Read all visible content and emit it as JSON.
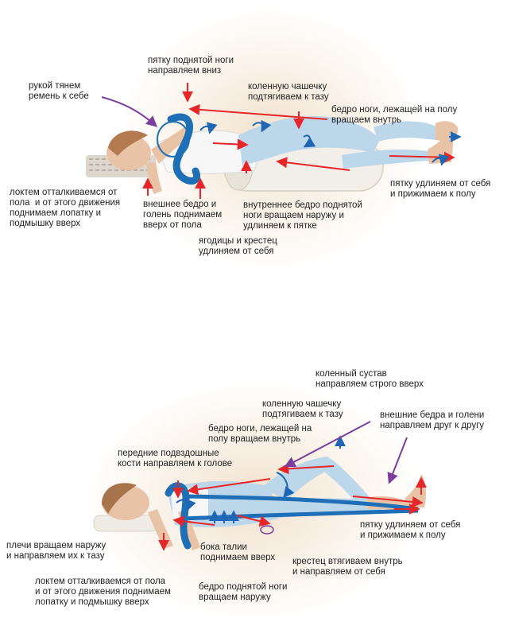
{
  "colors": {
    "arrow_red": "#e5262a",
    "arrow_blue": "#1f66b4",
    "arrow_purple": "#7a3d9c",
    "strap": "#1e6fb5",
    "leggings": "#bcd6ea",
    "skin": "#e9c3a6",
    "bolster": "#f2efe8"
  },
  "figure_top": {
    "labels": {
      "heel_up": "пятку поднятой ноги\nнаправляем вниз",
      "hand_pull": "рукой тянем\nремень к себе",
      "kneecap": "коленную чашечку\nподтягиваем к тазу",
      "thigh_floor": "бедро ноги, лежащей на полу\nвращаем внутрь",
      "heel_away": "пятку удлиняем от себя\nи прижимаем к полу",
      "elbow": "локтем отталкиваемся от\nпола  и от этого движения\nподнимаем лопатку и\nподмышку вверх",
      "outer_thigh": "внешнее бедро и\nголень поднимаем\nвверх от пола",
      "inner_thigh": "внутреннее бедро поднятой\nноги вращаем наружу и\nудлиняем к пятке",
      "buttocks": "ягодицы и крестец\nудлиняем от себя"
    }
  },
  "figure_bottom": {
    "labels": {
      "knee_joint": "коленный сустав\nнаправляем строго вверх",
      "kneecap": "коленную чашечку\nподтягиваем к тазу",
      "outer_thighs": "внешние бедра и голени\nнаправляем друг к другу",
      "thigh_floor": "бедро ноги, лежащей на\nполу вращаем внутрь",
      "iliac": "передние подвздошные\nкости направляем к голове",
      "heel_away": "пятку удлиняем от себя\nи прижимаем к полу",
      "shoulders": "плечи вращаем наружу\nи направляем их к тазу",
      "waist": "бока талии\nподнимаем вверх",
      "sacrum": "крестец втягиваем внутрь\nи направляем от себя",
      "elbow": "локтем отталкиваемся от пола\nи от этого движения поднимаем\nлопатку и подмышку вверх",
      "thigh_raised": "бедро поднятой ноги\nвращаем наружу"
    }
  }
}
